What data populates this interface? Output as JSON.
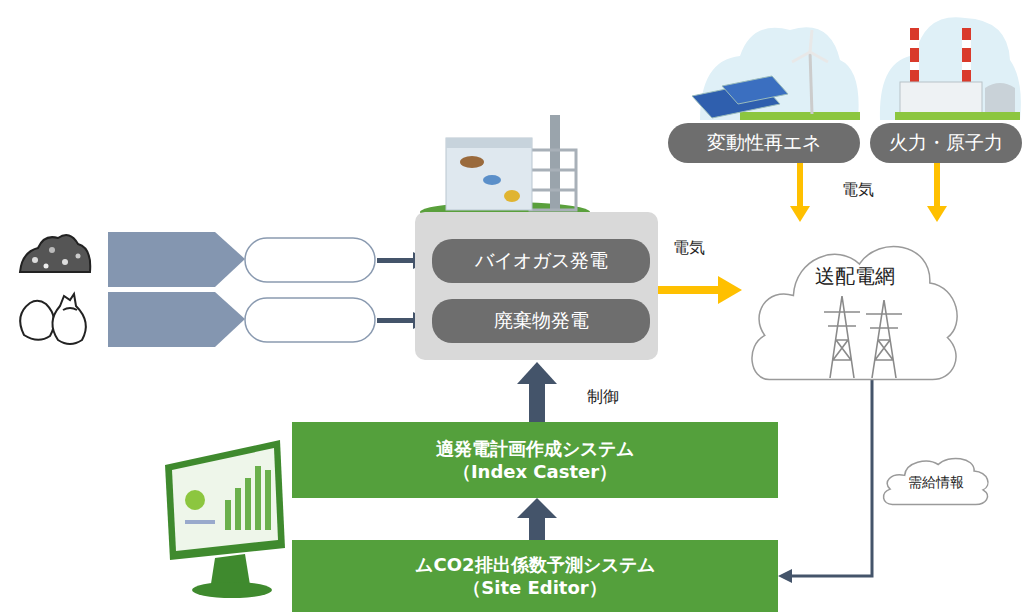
{
  "diagram": {
    "nodes": [
      {
        "text": [
          "変動性再エネ"
        ]
      },
      {
        "text": [
          "火力・原子力"
        ]
      },
      {
        "text": [
          "バイオガス発電"
        ]
      },
      {
        "text": [
          "廃棄物発電"
        ]
      },
      {
        "text": [
          "送配電網"
        ]
      },
      {
        "text": [
          "適発電計画作成システム",
          "（Index Caster）"
        ]
      },
      {
        "text": [
          "需給情報"
        ]
      },
      {
        "text": [
          "ムCO2排出係数予測システム",
          "（Site Editor）"
        ]
      }
    ],
    "edges": [
      {
        "from": 0,
        "to": 4,
        "arrow": "to"
      },
      {
        "from": 1,
        "to": 4,
        "arrow": "to"
      },
      {
        "from": 4,
        "to": 7,
        "arrow": "to"
      },
      {
        "from": 7,
        "to": 5,
        "arrow": "to"
      }
    ],
    "labels": [
      "電気",
      "電気",
      "制御"
    ]
  }
}
